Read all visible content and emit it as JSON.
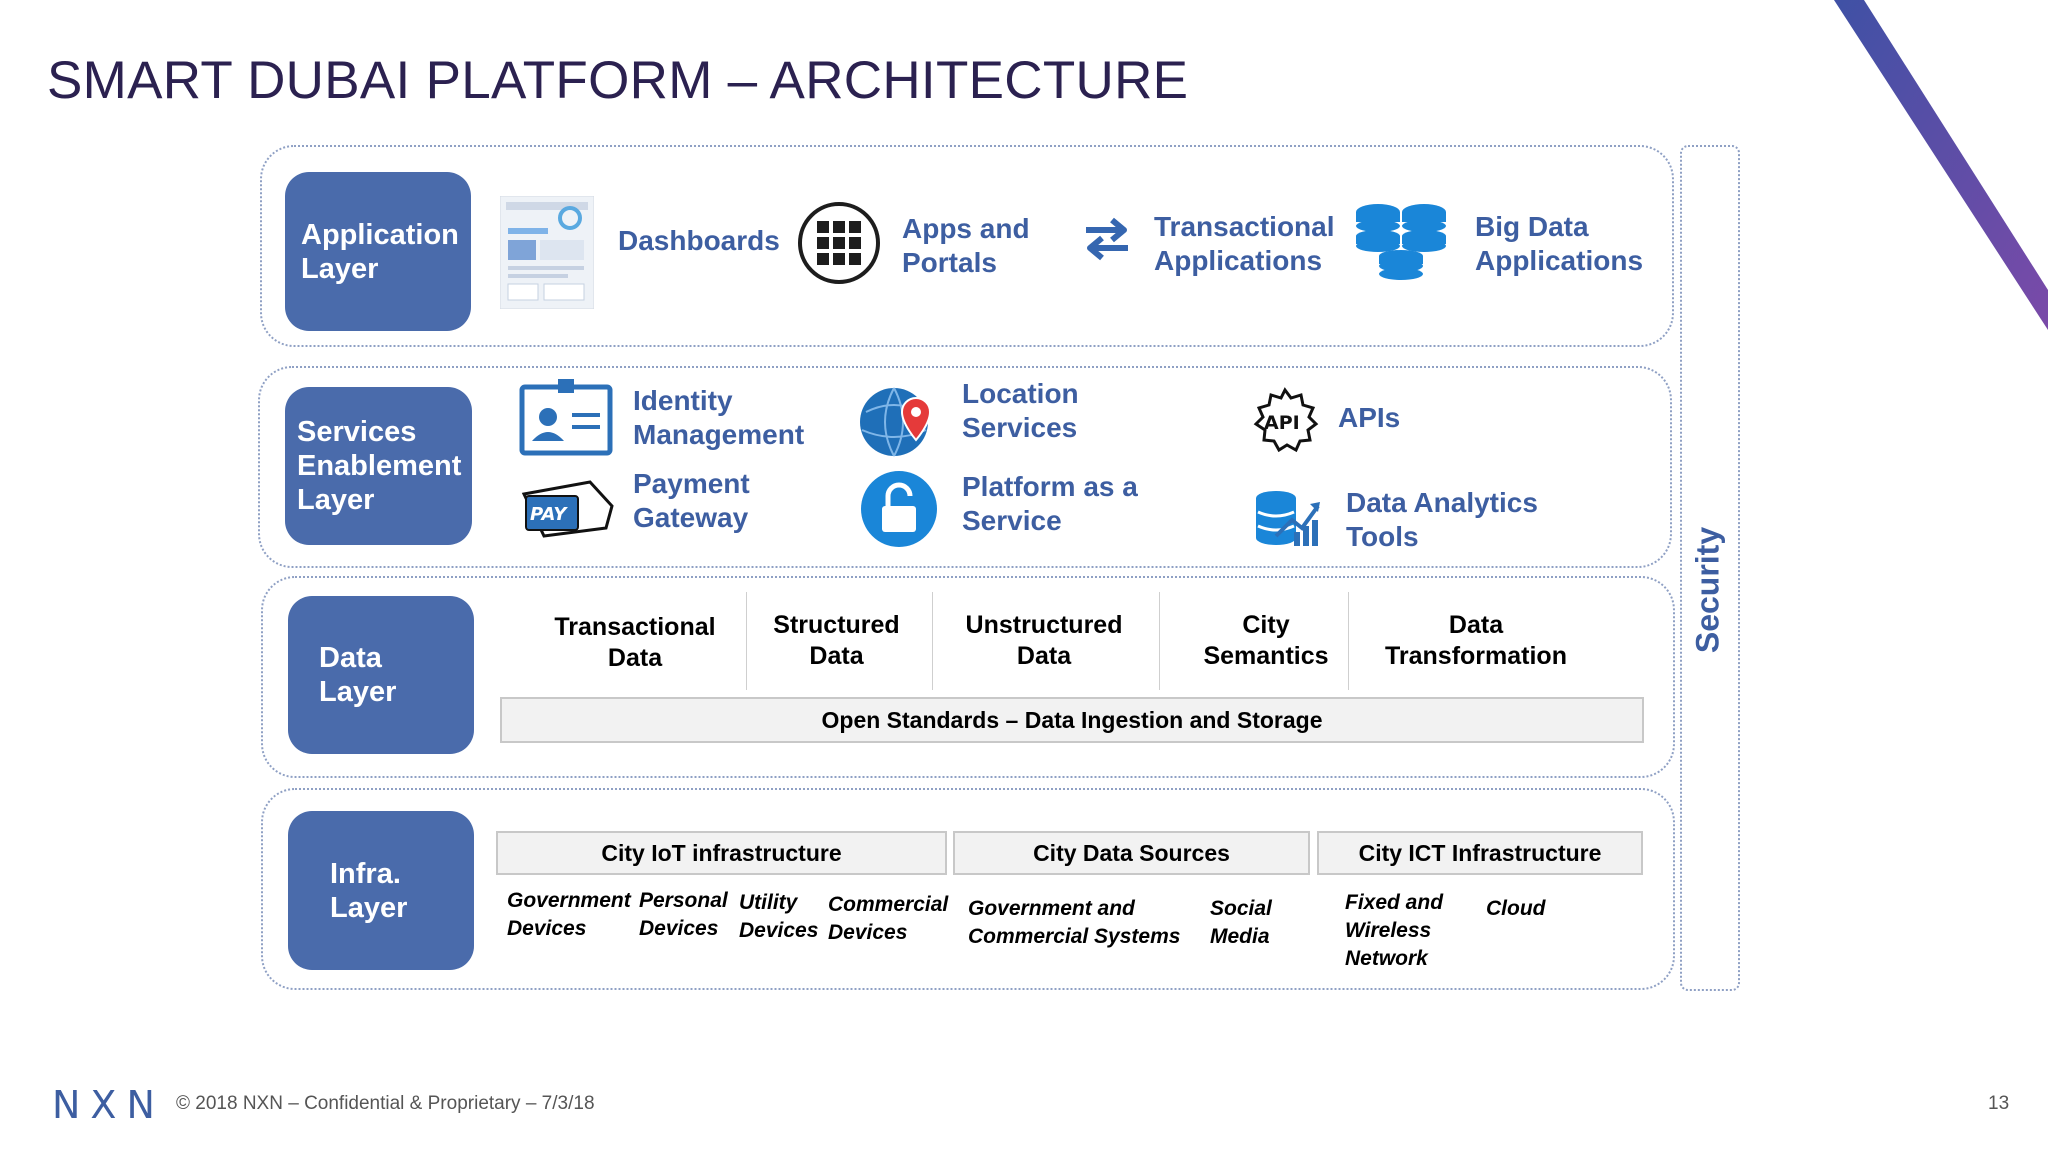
{
  "slide": {
    "title": "SMART DUBAI PLATFORM – ARCHITECTURE",
    "page_number": "13",
    "accent_color": "#4a6bab",
    "text_blue": "#3d5ea1"
  },
  "footer": {
    "logo": "NXN",
    "text": "© 2018 NXN – Confidential & Proprietary – 7/3/18"
  },
  "security": {
    "label": "Security"
  },
  "application_layer": {
    "label": "Application\nLayer",
    "items": [
      {
        "label": "Dashboards",
        "icon": "dashboard-screenshot-icon"
      },
      {
        "label": "Apps and\nPortals",
        "icon": "app-grid-icon"
      },
      {
        "label": "Transactional\nApplications",
        "icon": "exchange-arrows-icon"
      },
      {
        "label": "Big Data\nApplications",
        "icon": "database-stack-icon"
      }
    ]
  },
  "services_layer": {
    "label": "Services\nEnablement\nLayer",
    "items": [
      {
        "label": "Identity\nManagement",
        "icon": "id-card-icon"
      },
      {
        "label": "Payment\nGateway",
        "icon": "payment-card-icon"
      },
      {
        "label": "Location\nServices",
        "icon": "globe-pin-icon"
      },
      {
        "label": "Platform as a\nService",
        "icon": "unlock-icon"
      },
      {
        "label": "APIs",
        "icon": "api-gear-icon"
      },
      {
        "label": "Data Analytics\nTools",
        "icon": "analytics-database-icon"
      }
    ]
  },
  "data_layer": {
    "label": "Data\nLayer",
    "columns": [
      "Transactional\nData",
      "Structured\nData",
      "Unstructured\nData",
      "City\nSemantics",
      "Data\nTransformation"
    ],
    "bar": "Open Standards – Data Ingestion and Storage"
  },
  "infra_layer": {
    "label": "Infra.\nLayer",
    "groups": [
      {
        "title": "City IoT infrastructure",
        "items": [
          "Government\nDevices",
          "Personal\nDevices",
          "Utility\nDevices",
          "Commercial\nDevices"
        ]
      },
      {
        "title": "City Data Sources",
        "items": [
          "Government and\nCommercial Systems",
          "Social\nMedia"
        ]
      },
      {
        "title": "City ICT Infrastructure",
        "items": [
          "Fixed and\nWireless\nNetwork",
          "Cloud"
        ]
      }
    ]
  }
}
